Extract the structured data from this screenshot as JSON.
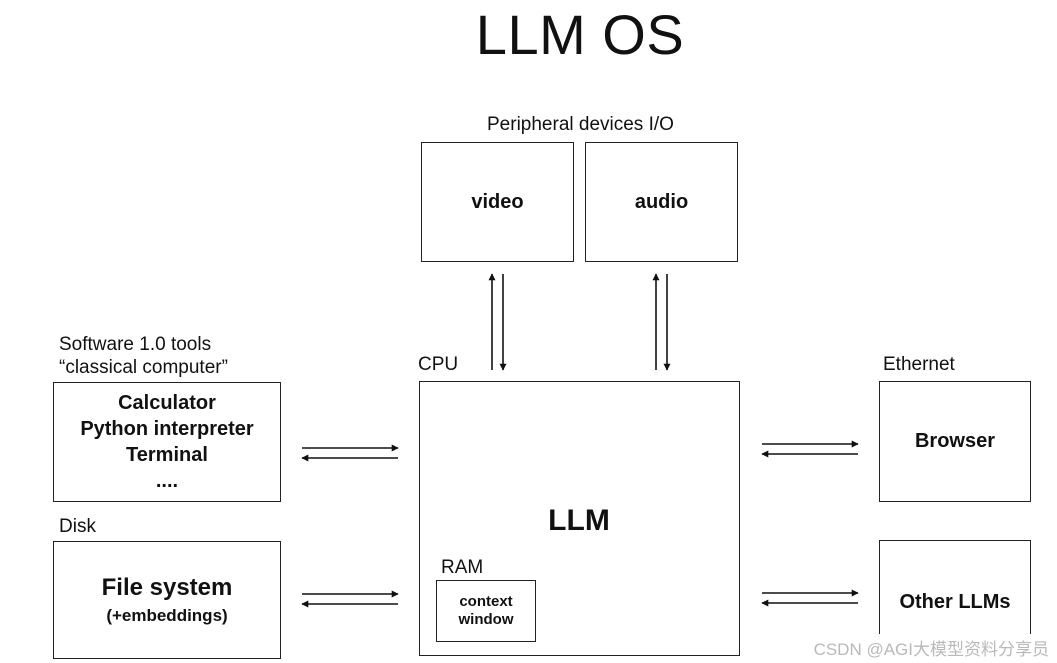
{
  "title": "LLM OS",
  "peripheral": {
    "label": "Peripheral devices I/O",
    "video": "video",
    "audio": "audio"
  },
  "software": {
    "label_line1": "Software 1.0 tools",
    "label_line2": "“classical computer”",
    "items": [
      "Calculator",
      "Python interpreter",
      "Terminal",
      "...."
    ]
  },
  "disk": {
    "label": "Disk",
    "main": "File system",
    "sub": "(+embeddings)"
  },
  "cpu": {
    "label": "CPU",
    "llm": "LLM",
    "ram_label": "RAM",
    "context_line1": "context",
    "context_line2": "window"
  },
  "ethernet": {
    "label": "Ethernet",
    "browser": "Browser",
    "other_llms": "Other LLMs"
  },
  "watermark": "CSDN @AGI大模型资料分享员"
}
